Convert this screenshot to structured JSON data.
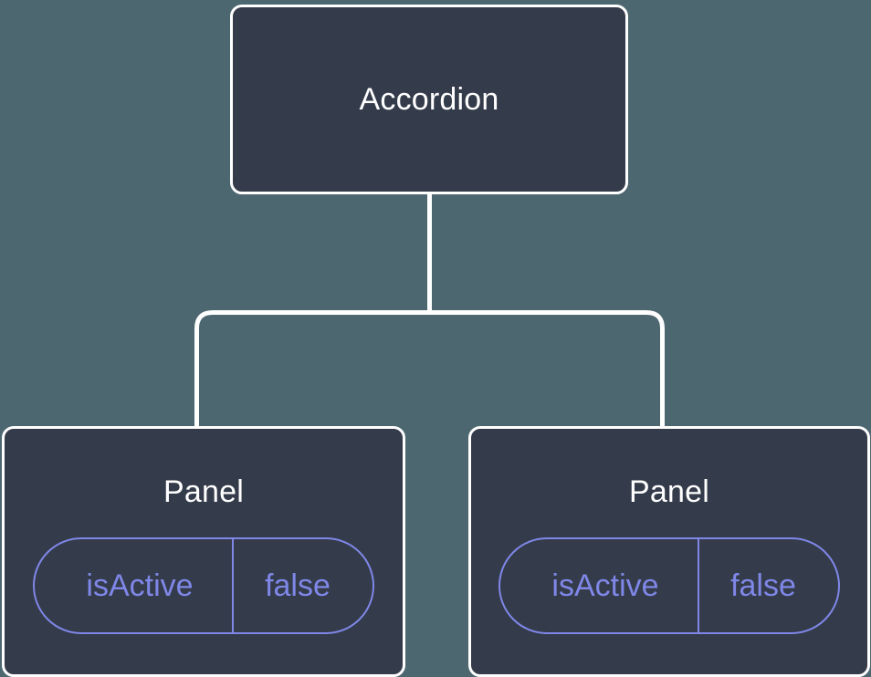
{
  "diagram": {
    "type": "component-tree",
    "background_color": "#4d6771",
    "node_fill_color": "#343b4a",
    "node_stroke_color": "#ffffff",
    "connector_color": "#ffffff",
    "accent_color": "#7f87e8",
    "root": {
      "label": "Accordion"
    },
    "children": [
      {
        "label": "Panel",
        "prop": {
          "key": "isActive",
          "value": "false"
        }
      },
      {
        "label": "Panel",
        "prop": {
          "key": "isActive",
          "value": "false"
        }
      }
    ]
  }
}
